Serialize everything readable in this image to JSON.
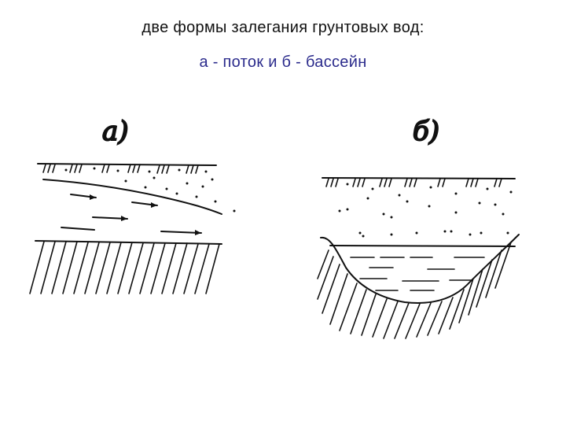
{
  "title": "две формы залегания грунтовых вод:",
  "subtitle": "а - поток и б - бассейн",
  "colors": {
    "subtitle": "#2b2b8c",
    "ink": "#111111"
  },
  "panels": [
    {
      "label": "а)"
    },
    {
      "label": "б)"
    }
  ]
}
